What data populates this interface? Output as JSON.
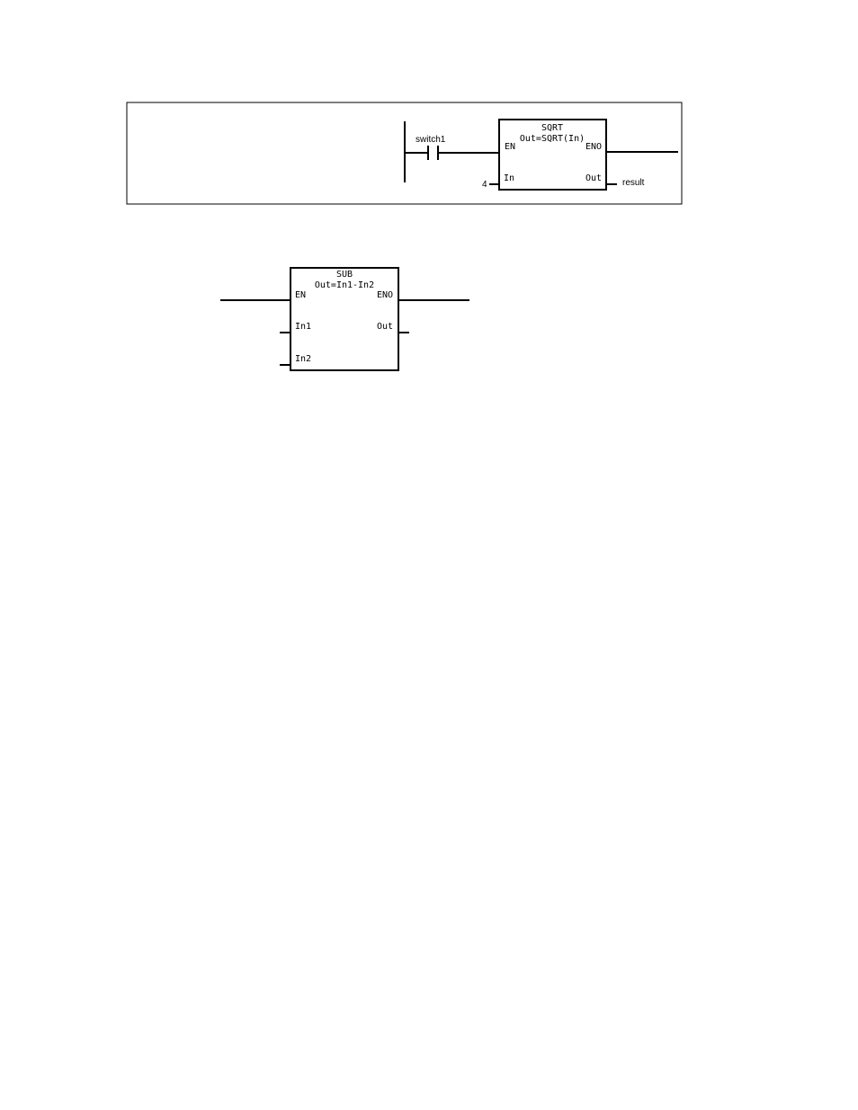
{
  "sqrt_rung": {
    "contact_label": "switch1",
    "block": {
      "title": "SQRT",
      "formula": "Out=SQRT(In)",
      "pin_en": "EN",
      "pin_eno": "ENO",
      "pin_in": "In",
      "pin_out": "Out"
    },
    "input_value": "4",
    "output_variable": "result"
  },
  "sub_block": {
    "title": "SUB",
    "formula": "Out=In1-In2",
    "pin_en": "EN",
    "pin_eno": "ENO",
    "pin_in1": "In1",
    "pin_in2": "In2",
    "pin_out": "Out"
  }
}
